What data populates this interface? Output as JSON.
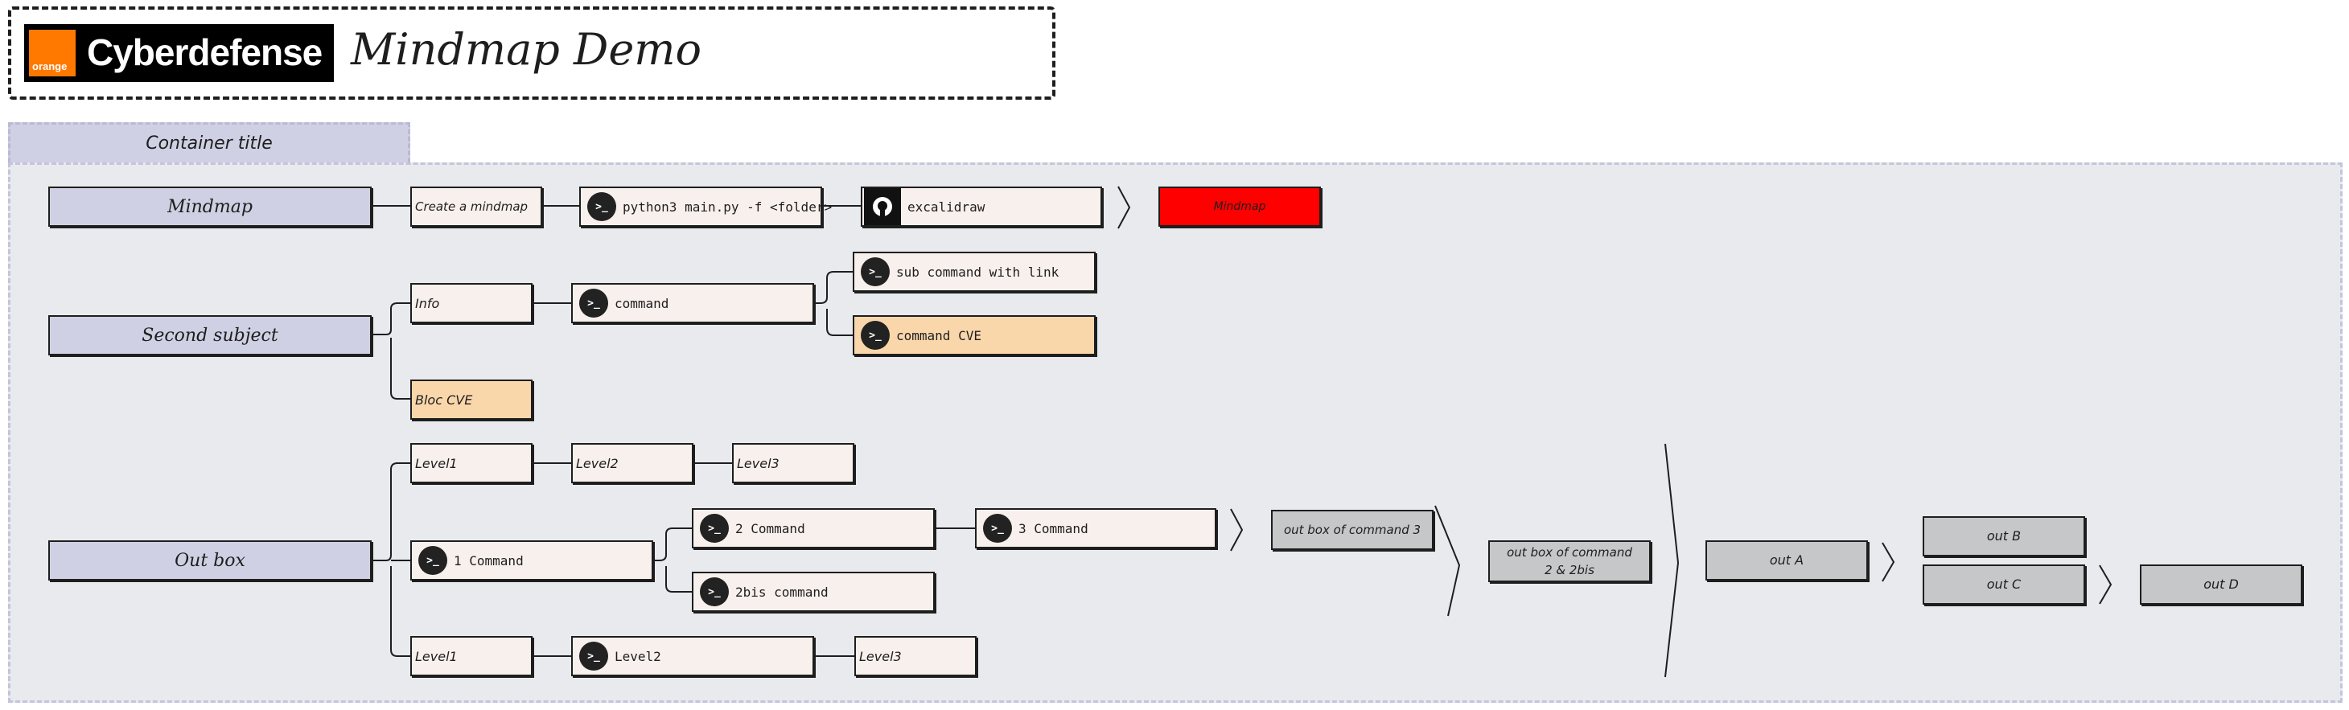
{
  "header": {
    "logo_small": "orange",
    "logo_text": "Cyberdefense",
    "title": "Mindmap Demo"
  },
  "container": {
    "title": "Container title"
  },
  "nodes": {
    "mindmap": "Mindmap",
    "create": "Create a mindmap",
    "python": "python3 main.py -f <folder>",
    "excalidraw": "excalidraw",
    "mindmap_red": "Mindmap",
    "second": "Second subject",
    "info": "Info",
    "command": "command",
    "subcmd": "sub command with link",
    "cmdcve": "command CVE",
    "bloccve": "Bloc CVE",
    "outbox": "Out box",
    "level1a": "Level1",
    "level2a": "Level2",
    "level3a": "Level3",
    "cmd1": "1 Command",
    "cmd2": "2 Command",
    "cmd3": "3 Command",
    "cmd2bis": "2bis command",
    "out3": "out box of command 3",
    "out22bis": "out box of command 2 & 2bis",
    "outA": "out A",
    "outB": "out B",
    "outC": "out C",
    "outD": "out D",
    "level1b": "Level1",
    "level2b": "Level2",
    "level3b": "Level3"
  },
  "icons": {
    "terminal": ">_",
    "github": "github-icon"
  },
  "colors": {
    "subject": "#d0d0e4",
    "node": "#f8f0ec",
    "cve": "#fad7ab",
    "red": "#ff0000",
    "out": "#c5c7c9",
    "brand_orange": "#ff7900"
  }
}
